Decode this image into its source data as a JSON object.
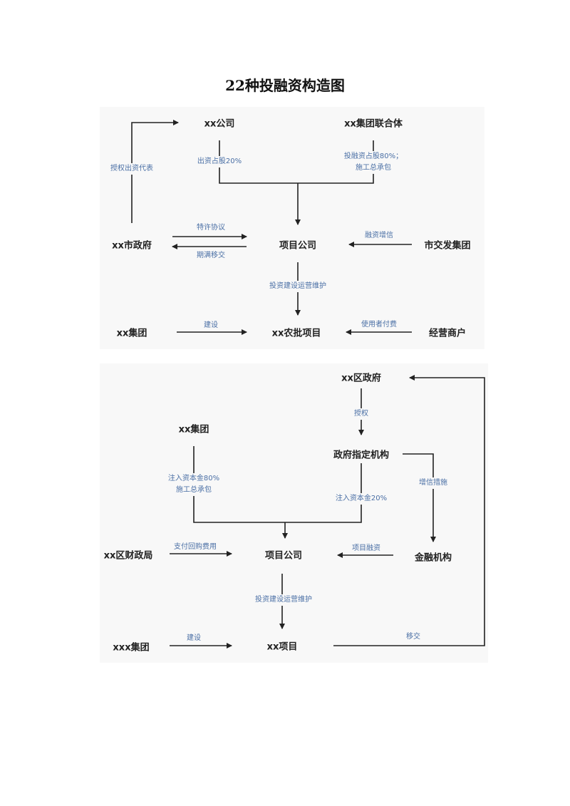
{
  "title": "22种投融资构造图",
  "diagram1": {
    "nodes": {
      "company": "xx公司",
      "consortium": "xx集团联合体",
      "city_gov": "xx市政府",
      "project_company": "项目公司",
      "city_transport_group": "市交发集团",
      "group": "xx集团",
      "agri_project": "xx农批项目",
      "merchants": "经营商户"
    },
    "edges": {
      "auth_rep": "授权出资代表",
      "company_equity": "出资占股20%",
      "consortium_equity_1": "投融资占股80%；",
      "consortium_equity_2": "施工总承包",
      "concession": "特许协议",
      "transfer_on_expiry": "期满移交",
      "credit_enhance": "融资增信",
      "invest_build_operate": "投资建设运营维护",
      "build": "建设",
      "user_fee": "使用者付费"
    }
  },
  "diagram2": {
    "nodes": {
      "district_gov": "xx区政府",
      "group": "xx集团",
      "designated_agency": "政府指定机构",
      "district_finance": "xx区财政局",
      "project_company": "项目公司",
      "financial_institution": "金融机构",
      "xxx_group": "xxx集团",
      "project": "xx项目"
    },
    "edges": {
      "authorize": "授权",
      "group_capital_1": "注入资本金80%",
      "group_capital_2": "施工总承包",
      "agency_capital": "注入资本金20%",
      "credit_measures": "增信措施",
      "buyback_payment": "支付回购费用",
      "project_finance": "项目融资",
      "invest_build_operate": "投资建设运营维护",
      "build": "建设",
      "transfer": "移交"
    }
  }
}
